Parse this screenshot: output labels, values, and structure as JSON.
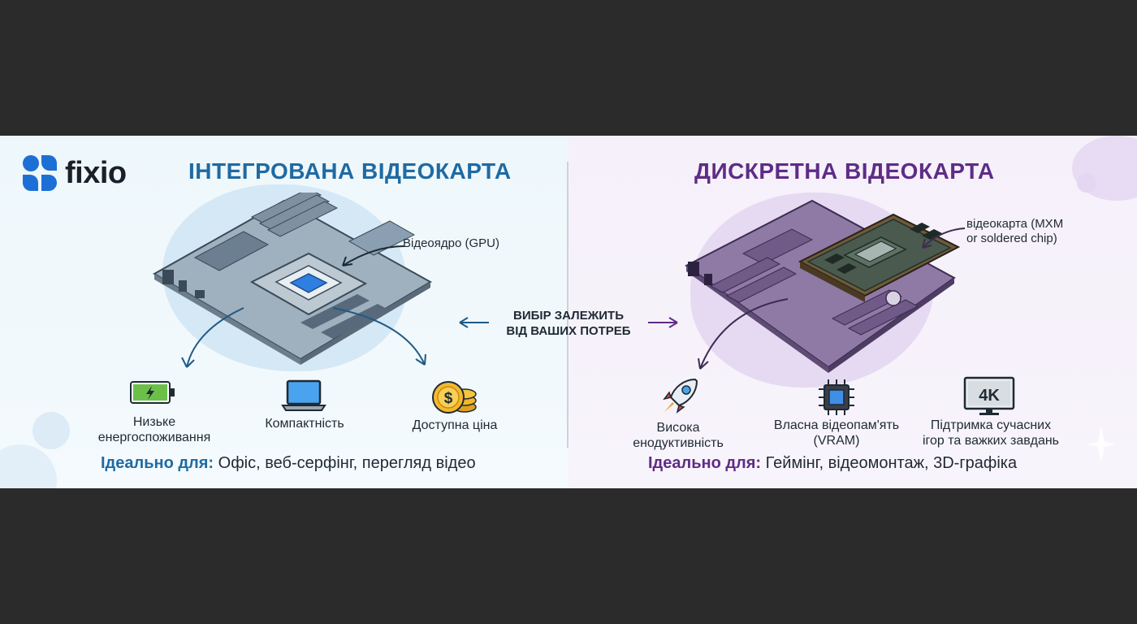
{
  "brand": {
    "name": "fixio",
    "logo_icon": "fixio-logo-icon"
  },
  "left": {
    "title": "ІНТЕГРОВАНА ВІДЕОКАРТА",
    "callout": "Відеоядро (GPU)",
    "features": [
      {
        "label": "Низьке енергоспоживання",
        "icon": "battery-icon"
      },
      {
        "label": "Компактність",
        "icon": "laptop-icon"
      },
      {
        "label": "Доступна ціна",
        "icon": "coins-icon"
      }
    ],
    "ideal_label": "Ідеально для:",
    "ideal_text": "Офіс, веб-серфінг, перегляд відео",
    "accent": "#1f6aa3"
  },
  "right": {
    "title": "ДИСКРЕТНА ВІДЕОКАРТА",
    "callout_line1": "відеокарта (MXM",
    "callout_line2": "or soldered chip)",
    "features": [
      {
        "label_line1": "Висока",
        "label_line2": "енодуктивність",
        "icon": "rocket-icon"
      },
      {
        "label_line1": "Власна відеопам'ять",
        "label_line2": "(VRAM)",
        "icon": "chip-icon"
      },
      {
        "label_line1": "Підтримка сучасних",
        "label_line2": "ігор та важких завдань",
        "icon": "monitor-4k-icon",
        "badge": "4K"
      }
    ],
    "ideal_label": "Ідеально для:",
    "ideal_text": "Геймінг, відеомонтаж, 3D-графіка",
    "accent": "#5e2c86"
  },
  "center": {
    "line1": "ВИБІР ЗАЛЕЖИТЬ",
    "line2": "ВІД ВАШИХ ПОТРЕБ"
  }
}
